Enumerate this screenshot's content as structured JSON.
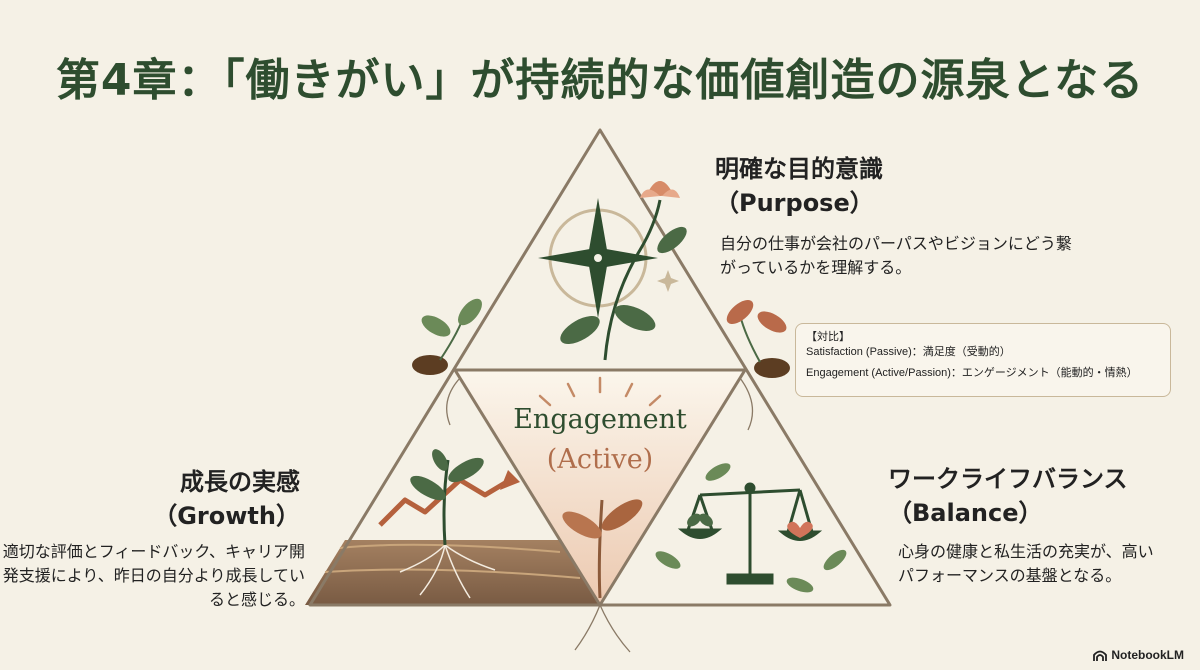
{
  "title": "第4章：「働きがい」が持続的な価値創造の源泉となる",
  "center": {
    "main": "Engagement",
    "sub": "(Active)"
  },
  "purpose": {
    "title": "明確な目的意識",
    "subtitle": "（Purpose）",
    "desc": "自分の仕事が会社のパーパスやビジョンにどう繋がっているかを理解する。"
  },
  "growth": {
    "title": "成長の実感",
    "subtitle": "（Growth）",
    "desc": "適切な評価とフィードバック、キャリア開発支援により、昨日の自分より成長していると感じる。"
  },
  "balance": {
    "title": "ワークライフバランス",
    "subtitle": "（Balance）",
    "desc": "心身の健康と私生活の充実が、高いパフォーマンスの基盤となる。"
  },
  "callout": {
    "heading": "【対比】",
    "line1": "Satisfaction (Passive)：満足度（受動的）",
    "line2": "Engagement (Active/Passion)：エンゲージメント（能動的・情熱）"
  },
  "brand": "NotebookLM",
  "colors": {
    "dark_green": "#2e4d2f",
    "terracotta": "#b06e4c",
    "frame": "#8a7a66",
    "background": "#f5f1e6"
  }
}
